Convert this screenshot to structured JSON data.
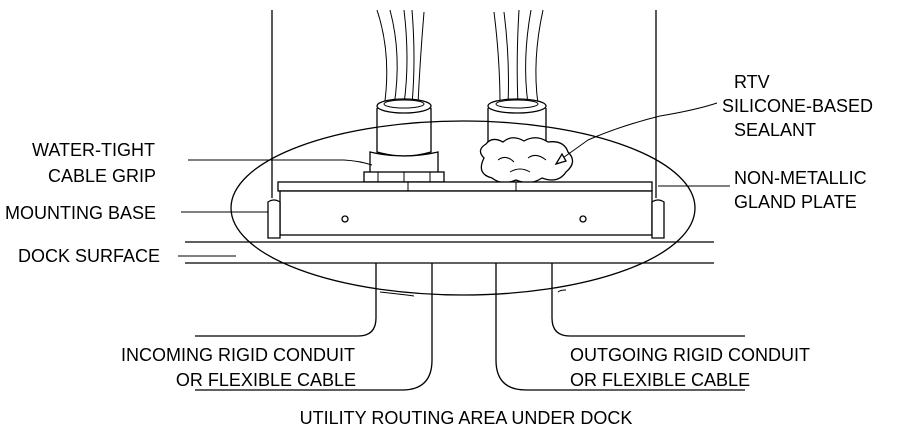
{
  "labels": {
    "rtv": [
      "RTV",
      "SILICONE-BASED",
      "SEALANT"
    ],
    "grip": [
      "WATER-TIGHT",
      "CABLE GRIP"
    ],
    "mounting_base": "MOUNTING BASE",
    "gland_plate": [
      "NON-METALLIC",
      "GLAND PLATE"
    ],
    "dock_surface": "DOCK SURFACE",
    "incoming": [
      "INCOMING RIGID CONDUIT",
      "OR FLEXIBLE CABLE"
    ],
    "outgoing": [
      "OUTGOING RIGID CONDUIT",
      "OR FLEXIBLE CABLE"
    ],
    "routing_area": "UTILITY ROUTING AREA UNDER DOCK"
  }
}
